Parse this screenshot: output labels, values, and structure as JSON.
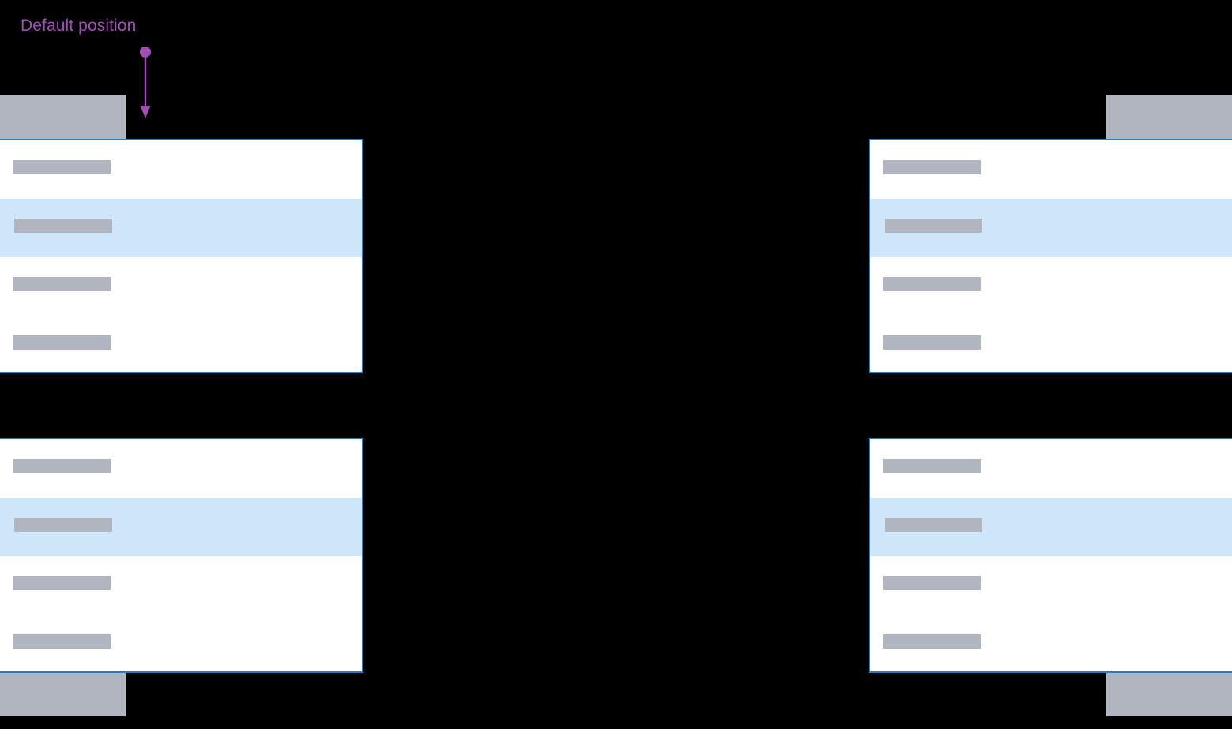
{
  "annotation": {
    "label": "Default position",
    "color": "#a14fb5",
    "arrow_icon": "down-arrow-icon"
  },
  "theme": {
    "panel_border": "#2d7ab8",
    "panel_background": "#ffffff",
    "row_selected_background": "#cde6f9",
    "placeholder_bar": "#b0b5c0",
    "canvas_background": "#000000"
  },
  "chrome_blocks": [
    {
      "name": "top-left-chrome-block"
    },
    {
      "name": "top-right-chrome-block"
    },
    {
      "name": "bottom-left-chrome-block"
    },
    {
      "name": "bottom-right-chrome-block"
    }
  ],
  "panels": [
    {
      "name": "top-left-menu-panel",
      "position": "top-left",
      "rows": [
        {
          "selected": false
        },
        {
          "selected": true
        },
        {
          "selected": false
        },
        {
          "selected": false
        }
      ]
    },
    {
      "name": "top-right-menu-panel",
      "position": "top-right",
      "rows": [
        {
          "selected": false
        },
        {
          "selected": true
        },
        {
          "selected": false
        },
        {
          "selected": false
        }
      ]
    },
    {
      "name": "bottom-left-menu-panel",
      "position": "bottom-left",
      "rows": [
        {
          "selected": false
        },
        {
          "selected": true
        },
        {
          "selected": false
        },
        {
          "selected": false
        }
      ]
    },
    {
      "name": "bottom-right-menu-panel",
      "position": "bottom-right",
      "rows": [
        {
          "selected": false
        },
        {
          "selected": true
        },
        {
          "selected": false
        },
        {
          "selected": false
        }
      ]
    }
  ]
}
